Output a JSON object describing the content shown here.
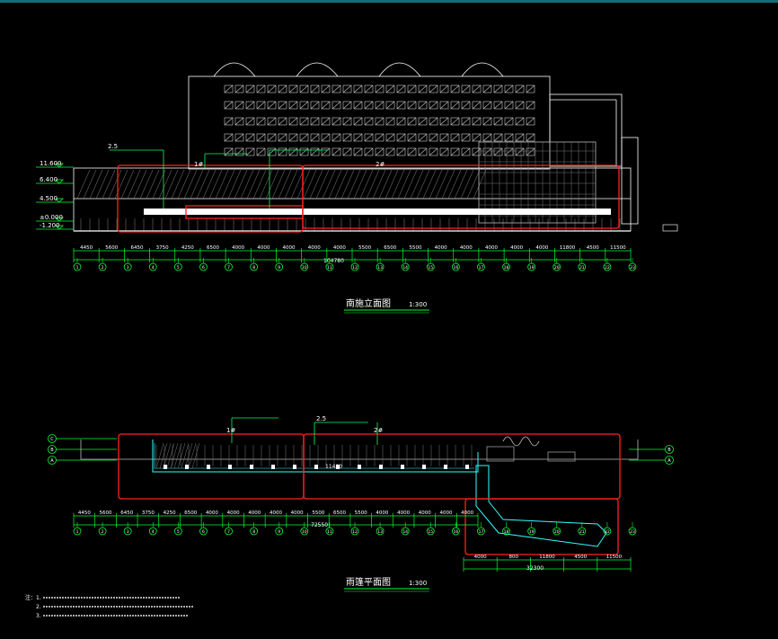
{
  "colors": {
    "background": "#000000",
    "linework": "#ffffff",
    "dims": "#d8d8d8",
    "grid_axis": "#00ff33",
    "highlight": "#ff2222",
    "accent": "#00ff66",
    "cyan": "#33ffff",
    "topbar": "#0f6f78"
  },
  "elevation": {
    "title": "南施立面图",
    "scale": "1:300",
    "levels": [
      "11.600",
      "6.400",
      "4.500",
      "±0.000",
      "-1.200"
    ],
    "callouts": [
      "2.5",
      "1#",
      "2#"
    ],
    "bay_dims": [
      "4450",
      "5600",
      "6450",
      "3750",
      "4250",
      "6500",
      "4000",
      "4000",
      "4000",
      "4000",
      "4000",
      "5500",
      "6500",
      "5500",
      "4000",
      "4000",
      "4000",
      "4000",
      "4000",
      "11800",
      "4500",
      "11500"
    ],
    "total_dim": "104780",
    "axes": [
      "1",
      "2",
      "3",
      "4",
      "5",
      "6",
      "7",
      "8",
      "9",
      "10",
      "11",
      "12",
      "13",
      "14",
      "15",
      "16",
      "17",
      "18",
      "19",
      "20",
      "21",
      "22",
      "23"
    ]
  },
  "plan": {
    "title": "雨篷平面图",
    "scale": "1:300",
    "callouts": [
      "2.5",
      "1#",
      "2#"
    ],
    "span_label": "11400",
    "bay_dims": [
      "4450",
      "5600",
      "6450",
      "3750",
      "4250",
      "6500",
      "4000",
      "4000",
      "4000",
      "4000",
      "4000",
      "5500",
      "6500",
      "5500",
      "4000",
      "4000",
      "4000",
      "4000",
      "4000"
    ],
    "total_dim": "72550",
    "right_dims": [
      "4000",
      "800",
      "11800",
      "4500",
      "11500"
    ],
    "right_total": "32300",
    "row_axes": [
      "C",
      "B",
      "A"
    ],
    "axes": [
      "1",
      "2",
      "3",
      "4",
      "5",
      "6",
      "7",
      "8",
      "9",
      "10",
      "11",
      "12",
      "13",
      "14",
      "15",
      "16",
      "17",
      "18",
      "19",
      "20",
      "21",
      "22",
      "23"
    ]
  },
  "notes": {
    "label": "注：",
    "lines": [
      "1.",
      "2.",
      "3."
    ]
  }
}
